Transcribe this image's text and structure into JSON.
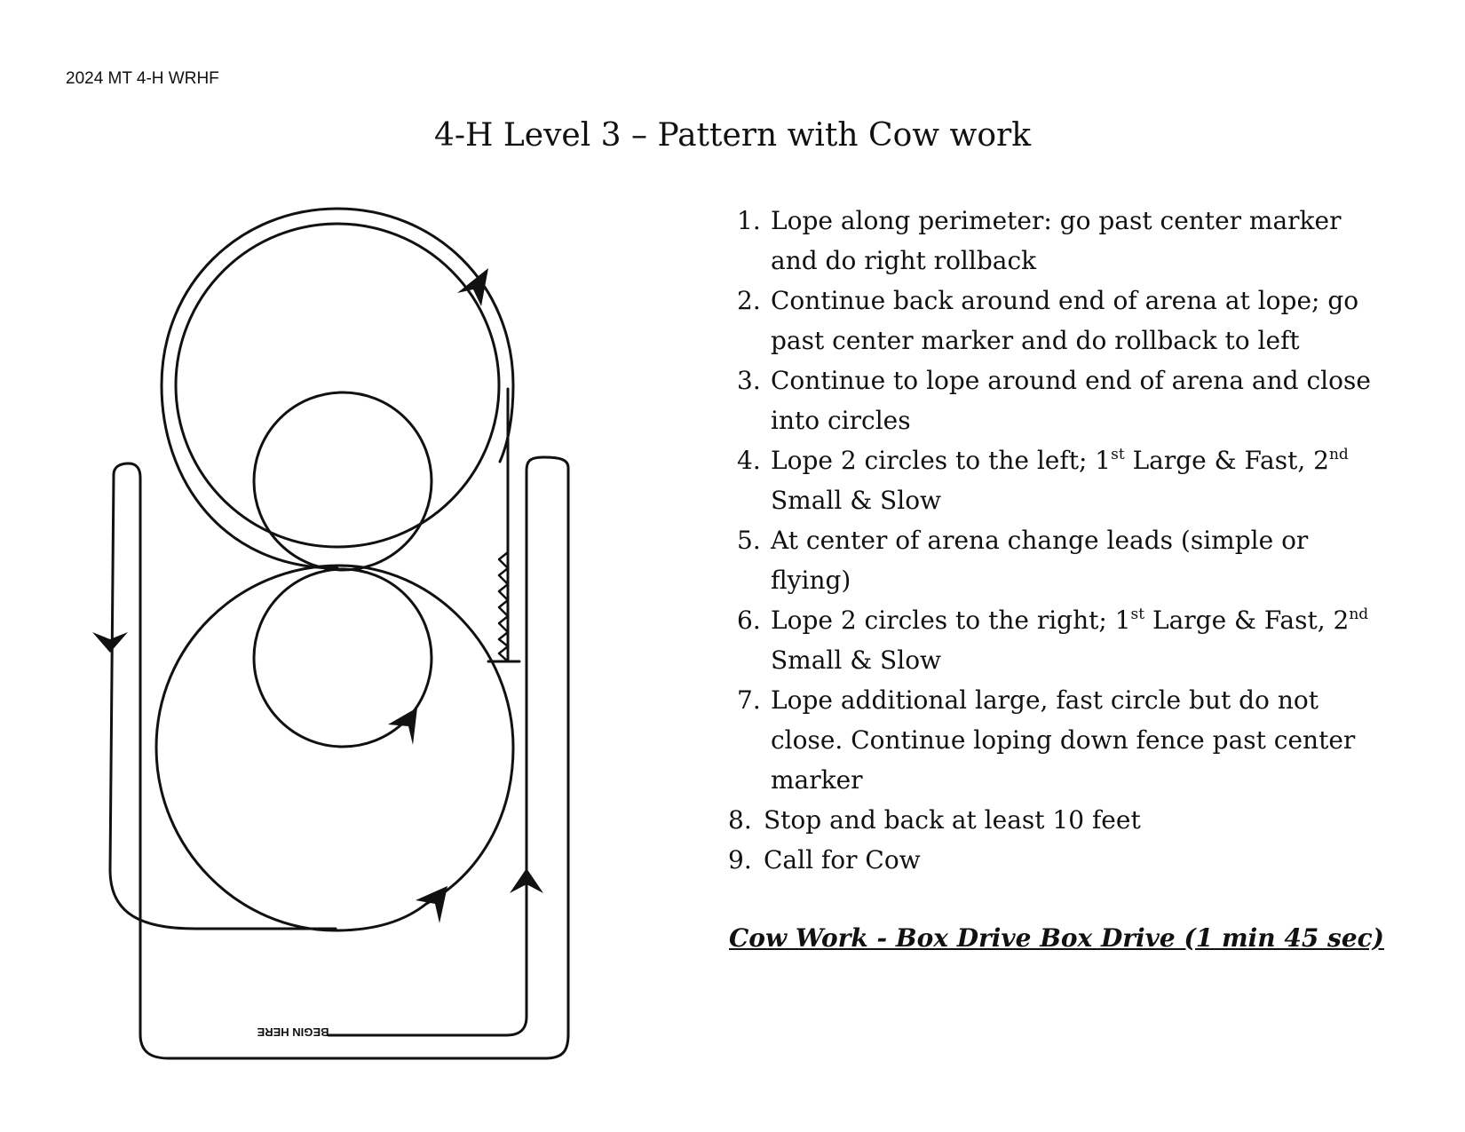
{
  "header_note": "2024 MT 4-H WRHF",
  "title": "4-H Level 3 – Pattern with Cow work",
  "diagram": {
    "begin_label": "BEGIN HERE"
  },
  "steps": [
    {
      "num": "1.",
      "text": "Lope along perimeter: go past center marker and do right rollback"
    },
    {
      "num": "2.",
      "text": "Continue back around end of arena at lope; go past center marker and do rollback to left"
    },
    {
      "num": "3.",
      "text": "Continue to lope around end of arena and close into circles"
    },
    {
      "num": "4.",
      "a": "Lope 2 circles to the left; 1",
      "sup1": "st",
      "b": " Large & Fast, 2",
      "sup2": "nd",
      "c": " Small & Slow"
    },
    {
      "num": "5.",
      "text": "At center of arena change leads (simple or flying)"
    },
    {
      "num": "6.",
      "a": "Lope 2 circles to the right; 1",
      "sup1": "st",
      "b": " Large & Fast, 2",
      "sup2": "nd",
      "c": " Small & Slow"
    },
    {
      "num": "7.",
      "text": "Lope additional large, fast circle but do not close.  Continue loping down fence past center marker"
    },
    {
      "num": "8.",
      "text": "Stop and back at least 10 feet"
    },
    {
      "num": "9.",
      "text": "Call for Cow"
    }
  ],
  "cow_work": "Cow Work  - Box Drive Box Drive (1 min 45 sec)"
}
